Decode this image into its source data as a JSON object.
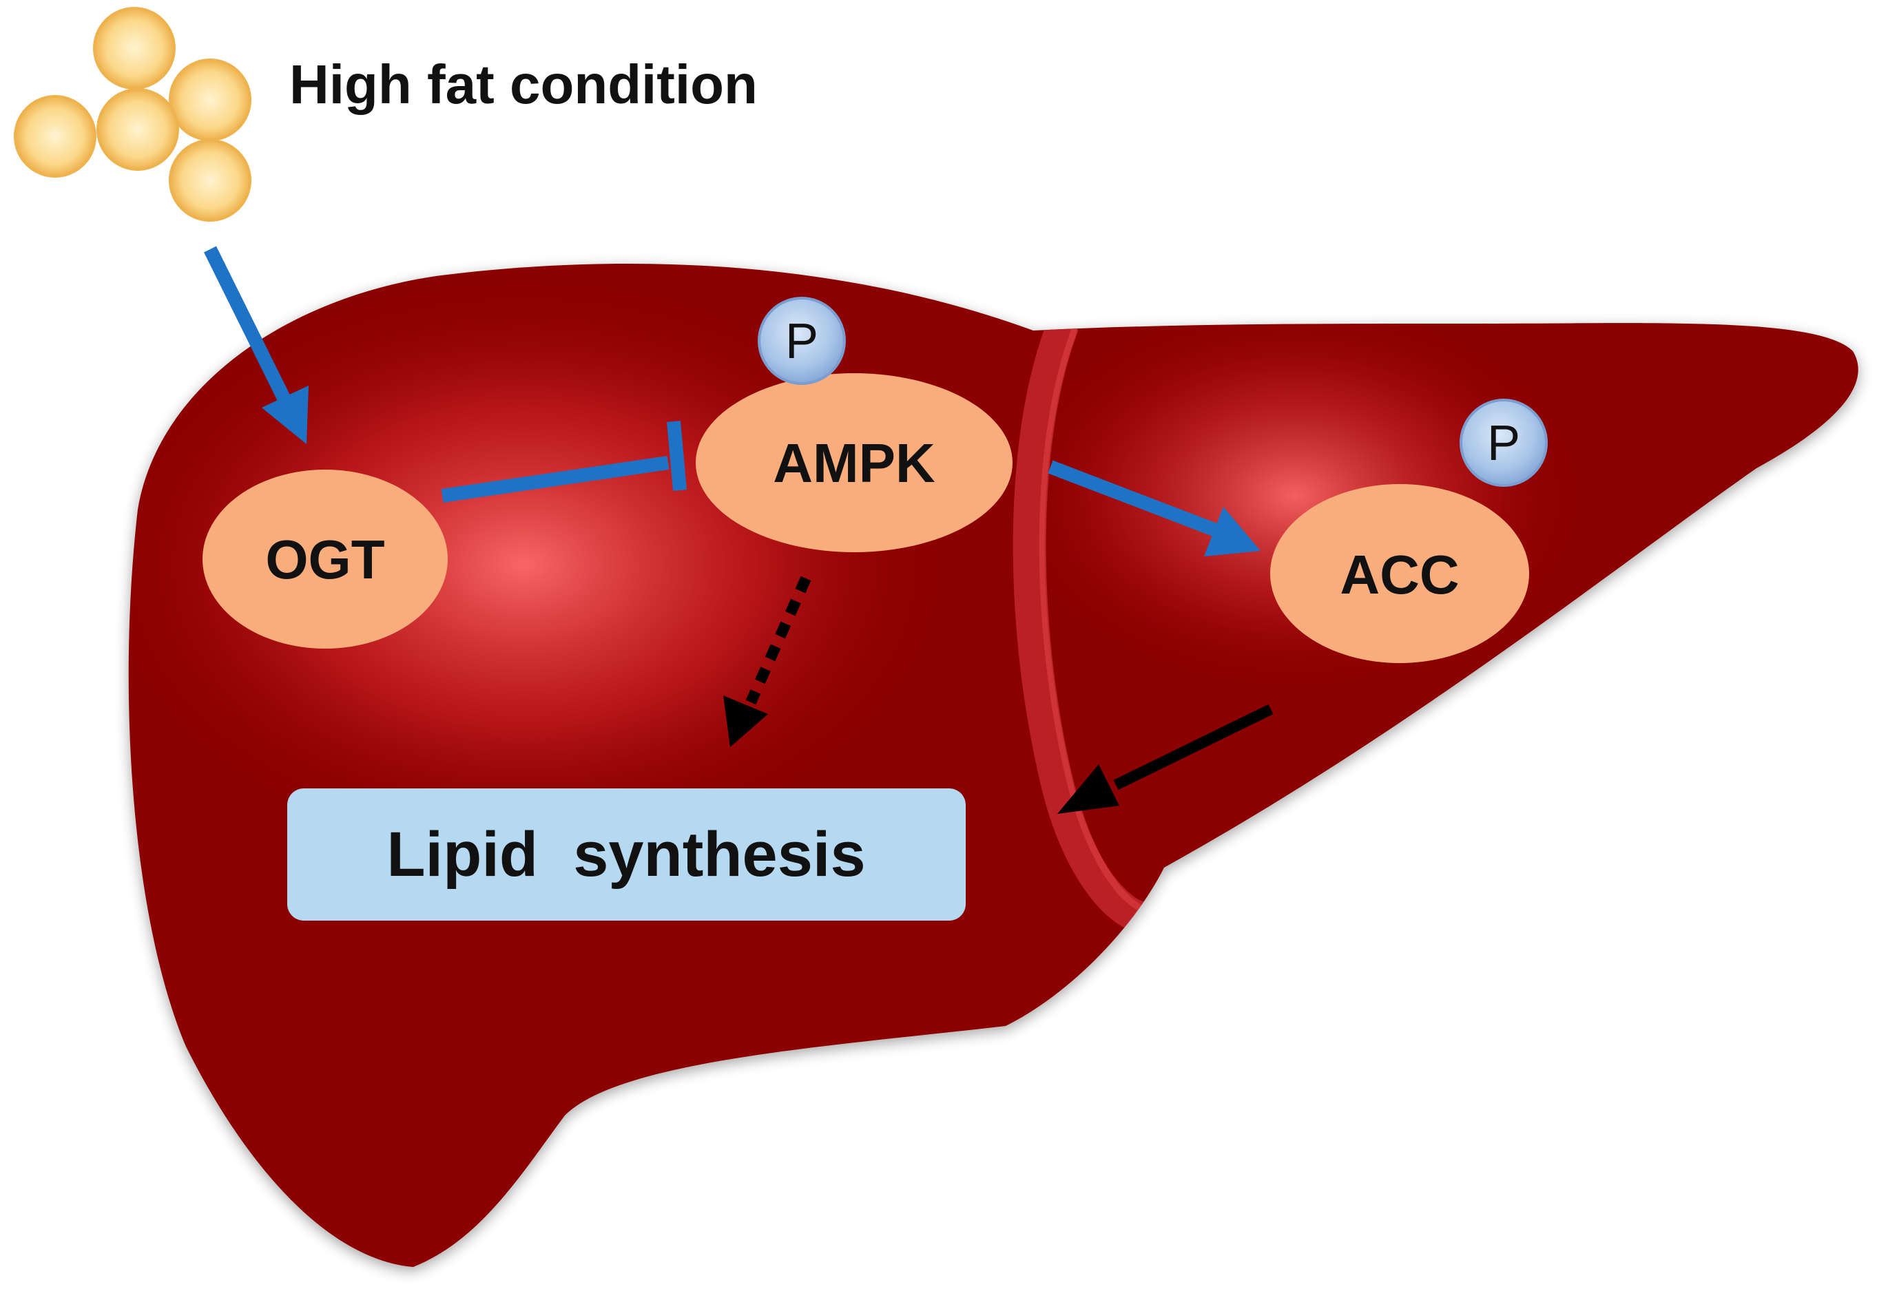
{
  "title": "High fat condition",
  "nodes": {
    "ogt": {
      "label": "OGT"
    },
    "ampk": {
      "label": "AMPK",
      "badge": "P"
    },
    "acc": {
      "label": "ACC",
      "badge": "P"
    },
    "lipid": {
      "label": "Lipid  synthesis"
    }
  },
  "edges": [
    {
      "from": "high-fat",
      "to": "OGT",
      "type": "activation"
    },
    {
      "from": "OGT",
      "to": "AMPK",
      "type": "inhibition"
    },
    {
      "from": "AMPK",
      "to": "ACC",
      "type": "activation"
    },
    {
      "from": "AMPK",
      "to": "Lipid  synthesis",
      "type": "dotted"
    },
    {
      "from": "ACC",
      "to": "Lipid  synthesis",
      "type": "activation"
    }
  ],
  "colors": {
    "liver": "#8b0000",
    "liver_highlight": "#ff5a5a",
    "node_fill": "#f9ad7c",
    "arrow_blue": "#1f73c6",
    "arrow_black": "#000000",
    "box_fill": "#b6d9f2",
    "badge_fill": "#a7c4e8",
    "fat_droplet": "#f7cb6a"
  }
}
